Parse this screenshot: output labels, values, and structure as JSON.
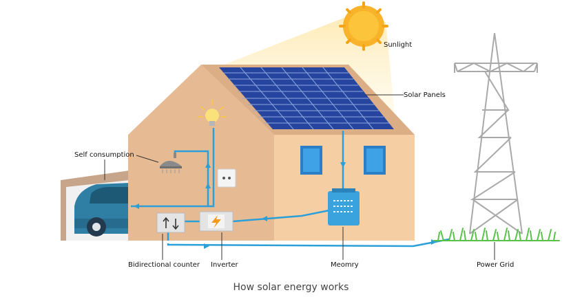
{
  "caption": "How solar energy works",
  "labels": {
    "sunlight": "Sunlight",
    "solar_panels": "Solar Panels",
    "self_consumption": "Self consumption",
    "bidirectional_counter": "Bidirectional counter",
    "inverter": "Inverter",
    "memory": "Meomry",
    "power_grid": "Power Grid"
  },
  "colors": {
    "wall_light": "#f4cba0",
    "wall_dark": "#ddb08a",
    "roof": "#dcae86",
    "panel": "#2749a6",
    "flow_line": "#2b9fd8",
    "sun": "#f8b32a",
    "garage": "#c7a58a",
    "car": "#2f7fa5",
    "tower": "#aaaaaa",
    "grass": "#59c149"
  },
  "icons": {
    "sun": "sun-icon",
    "bulb": "light-bulb-icon",
    "lamp": "ceiling-lamp-icon",
    "socket": "power-socket-icon",
    "counter": "up-down-arrows-icon",
    "inverter": "lightning-bolt-icon"
  }
}
